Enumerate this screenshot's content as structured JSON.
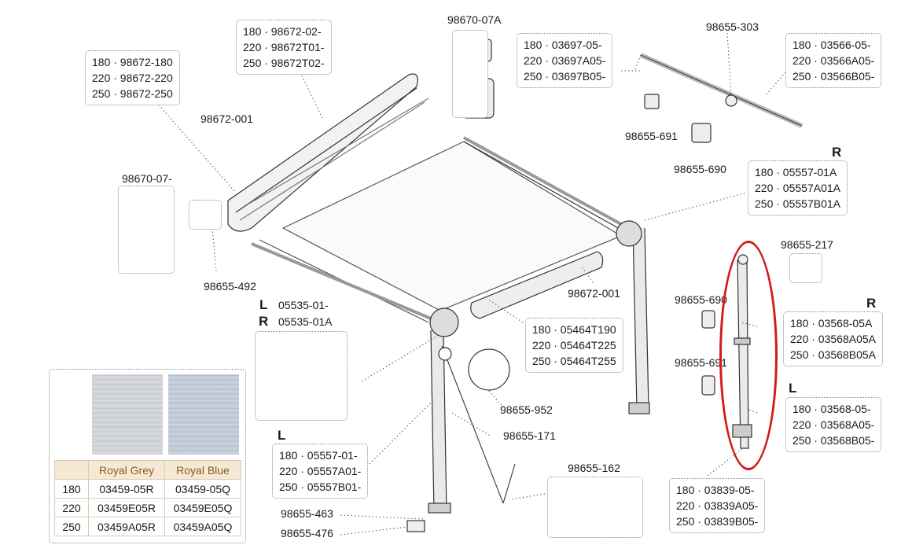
{
  "callouts": {
    "top_left_fabric": [
      "180 · 98672-180",
      "220 · 98672-220",
      "250 · 98672-250"
    ],
    "top_case": [
      "180 · 98672-02-",
      "220 · 98672T01-",
      "250 · 98672T02-"
    ],
    "top_front_bar": [
      "180 · 03697-05-",
      "220 · 03697A05-",
      "250 · 03697B05-"
    ],
    "top_right_bar": [
      "180 · 03566-05-",
      "220 · 03566A05-",
      "250 · 03566B05-"
    ],
    "right_arm": [
      "180 · 05557-01A",
      "220 · 05557A01A",
      "250 · 05557B01A"
    ],
    "leg_right": [
      "180 · 03568-05A",
      "220 · 03568A05A",
      "250 · 03568B05A"
    ],
    "leg_left": [
      "180 · 03568-05-",
      "220 · 03568A05-",
      "250 · 03568B05-"
    ],
    "lead_rail": [
      "180 · 05464T190",
      "220 · 05464T225",
      "250 · 05464T255"
    ],
    "left_arm": [
      "180 · 05557-01-",
      "220 · 05557A01-",
      "250 · 05557B01-"
    ],
    "foot": [
      "180 · 03839-05-",
      "220 · 03839A05-",
      "250 · 03839B05-"
    ]
  },
  "labels": {
    "p98670_07A": "98670-07A",
    "p98655_303": "98655-303",
    "p98672_001_top": "98672-001",
    "p98670_07": "98670-07-",
    "p98655_691_top": "98655-691",
    "p98655_690_top": "98655-690",
    "p98655_492": "98655-492",
    "p98672_001_mid": "98672-001",
    "p98655_217": "98655-217",
    "p98655_690_right": "98655-690",
    "p98655_691_right": "98655-691",
    "p05535_L": "05535-01-",
    "p05535_R": "05535-01A",
    "p98655_952": "98655-952",
    "p98655_171": "98655-171",
    "p98655_162": "98655-162",
    "p98655_463": "98655-463",
    "p98655_476": "98655-476",
    "side_R_top": "R",
    "side_R_leg": "R",
    "side_L_leg": "L",
    "side_L_mid": "L",
    "side_R_mid": "R",
    "side_L_bottom": "L"
  },
  "color_table": {
    "headers": [
      "",
      "Royal Grey",
      "Royal Blue"
    ],
    "rows": [
      [
        "180",
        "03459-05R",
        "03459-05Q"
      ],
      [
        "220",
        "03459E05R",
        "03459E05Q"
      ],
      [
        "250",
        "03459A05R",
        "03459A05Q"
      ]
    ]
  },
  "colors": {
    "highlight": "#d11b1b",
    "table_header_bg": "#f5e9d6",
    "table_header_text": "#8a5a1c"
  }
}
